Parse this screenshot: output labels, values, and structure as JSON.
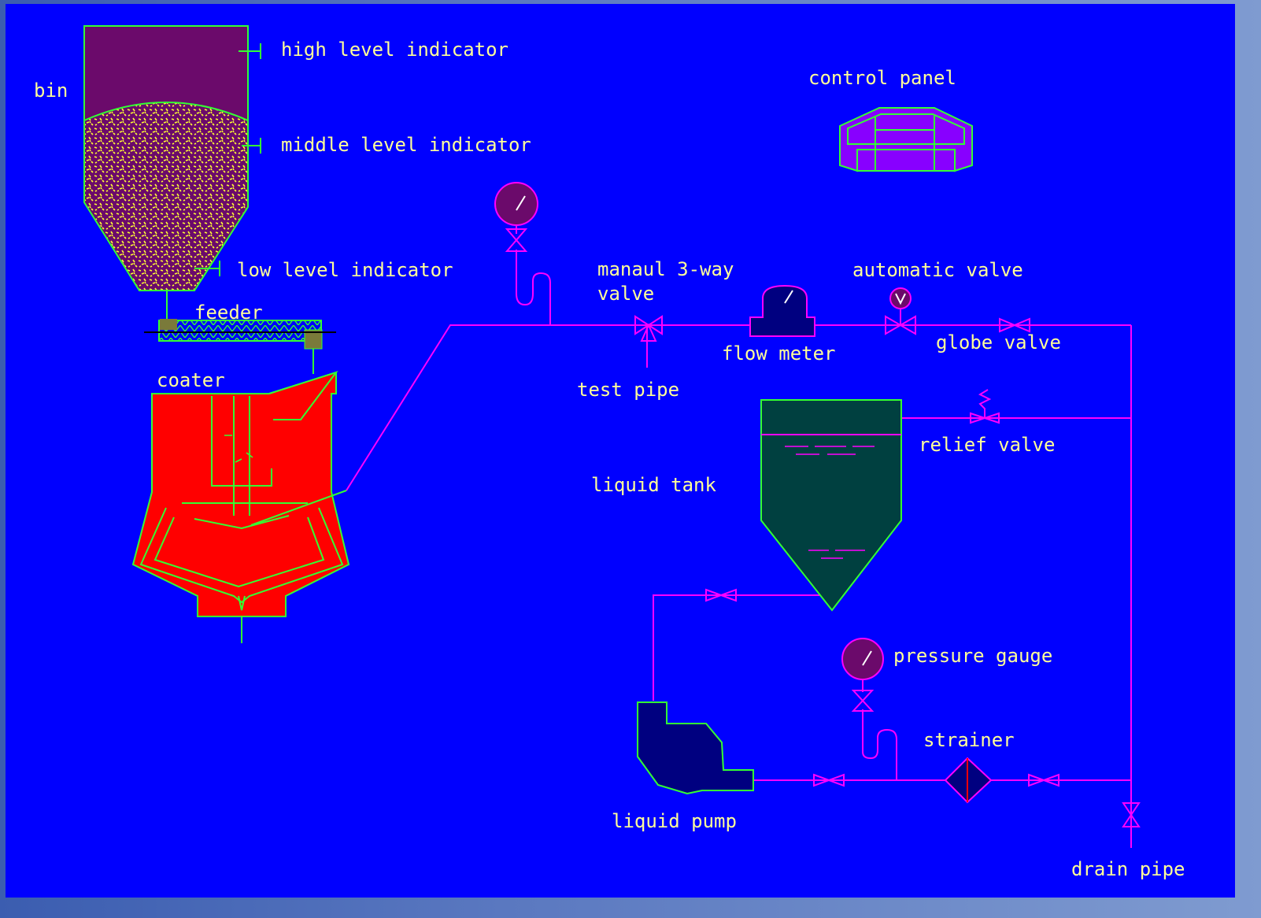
{
  "colors": {
    "background": "#0000ff",
    "pipe": "#ff00ff",
    "outline": "#33ff33",
    "bin_fill": "#6b0a6b",
    "grain": "#ffff33",
    "coater": "#ff0000",
    "feeder": "#7a7a3a",
    "tank": "#004040",
    "pump": "#000080",
    "panel": "#8800ff",
    "label": "#ffff99"
  },
  "labels": {
    "bin": "bin",
    "high_level_indicator": "high level indicator",
    "middle_level_indicator": "middle level indicator",
    "low_level_indicator": "low level indicator",
    "feeder": "feeder",
    "coater": "coater",
    "control_panel": "control panel",
    "manual_valve_line1": "manaul 3-way",
    "manual_valve_line2": "valve",
    "automatic_valve": "automatic valve",
    "flow_meter": "flow meter",
    "globe_valve": "globe valve",
    "test_pipe": "test pipe",
    "relief_valve": "relief valve",
    "liquid_tank": "liquid tank",
    "pressure_gauge": "pressure gauge",
    "strainer": "strainer",
    "liquid_pump": "liquid pump",
    "drain_pipe": "drain pipe"
  }
}
